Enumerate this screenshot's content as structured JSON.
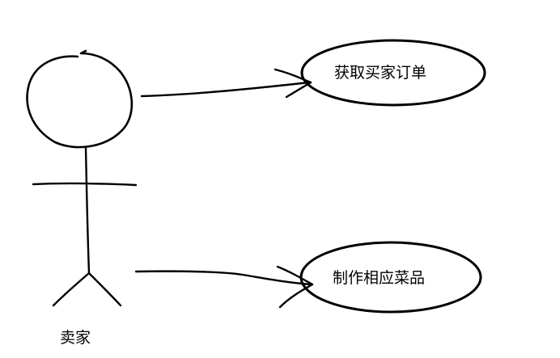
{
  "actor": {
    "name": "卖家"
  },
  "use_cases": [
    {
      "label": "获取买家订单"
    },
    {
      "label": "制作相应菜品"
    }
  ],
  "colors": {
    "ink": "#000000",
    "background": "#ffffff"
  }
}
